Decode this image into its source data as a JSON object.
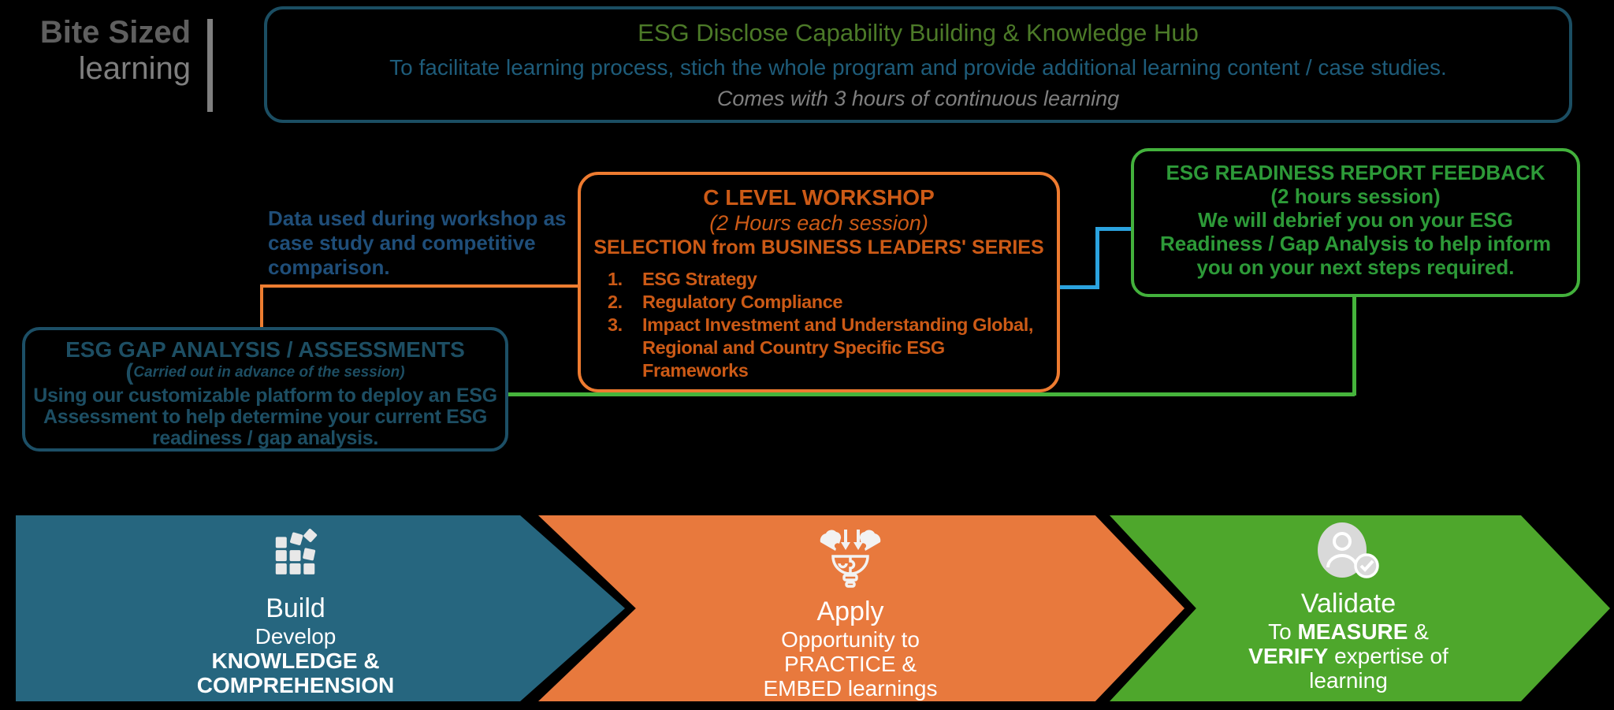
{
  "header": {
    "brand": {
      "line1": "Bite Sized",
      "line2": "learning"
    },
    "hub_box": {
      "title": "ESG Disclose Capability Building & Knowledge Hub",
      "subtitle": "To facilitate learning process, stich the whole program  and provide additional learning content / case studies.",
      "note": "Comes with 3 hours of continuous learning"
    }
  },
  "annotations": {
    "workshop_data_note": "Data used during workshop as case study and competitive comparison."
  },
  "boxes": {
    "gap_analysis": {
      "title": "ESG GAP ANALYSIS / ASSESSMENTS",
      "session_paren": "(",
      "session_note": "Carried out in advance of the session)",
      "body": "Using our customizable platform to deploy an ESG Assessment to help determine your current ESG readiness / gap analysis."
    },
    "workshop": {
      "title": "C LEVEL WORKSHOP",
      "session_note": "(2 Hours each session)",
      "selection_heading": "SELECTION from BUSINESS LEADERS' SERIES",
      "items": [
        "ESG Strategy",
        "Regulatory Compliance",
        "Impact Investment and Understanding Global, Regional and Country Specific ESG Frameworks"
      ]
    },
    "readiness": {
      "title": "ESG READINESS REPORT FEEDBACK",
      "session_note": "(2 hours session)",
      "body": "We will debrief you on your ESG Readiness / Gap Analysis to help inform you on your next steps required."
    }
  },
  "process_steps": [
    {
      "name": "build",
      "icon": "blocks-icon",
      "headline": "Build",
      "lines": [
        [
          {
            "text": "Develop",
            "bold": false
          }
        ],
        [
          {
            "text": "KNOWLEDGE &",
            "bold": true
          }
        ],
        [
          {
            "text": "COMPREHENSION",
            "bold": true
          }
        ]
      ]
    },
    {
      "name": "apply",
      "icon": "knowledge-transfer-icon",
      "headline": "Apply",
      "lines": [
        [
          {
            "text": "Opportunity to",
            "bold": false
          }
        ],
        [
          {
            "text": "PRACTICE &",
            "bold": false
          }
        ],
        [
          {
            "text": "EMBED learnings",
            "bold": false
          }
        ]
      ]
    },
    {
      "name": "validate",
      "icon": "person-check-icon",
      "headline": "Validate",
      "lines": [
        [
          {
            "text": "To ",
            "bold": false
          },
          {
            "text": "MEASURE",
            "bold": true
          },
          {
            "text": " &",
            "bold": false
          }
        ],
        [
          {
            "text": "VERIFY",
            "bold": true
          },
          {
            "text": " expertise of",
            "bold": false
          }
        ],
        [
          {
            "text": "learning",
            "bold": false
          }
        ]
      ]
    }
  ],
  "colors": {
    "background": "#000000",
    "hub_border": "#1b4e63",
    "hub_title_green": "#4c7a28",
    "hub_subtitle_teal": "#1e5c7a",
    "gray_text": "#7f7f7f",
    "note_navy": "#1f4e79",
    "gap_teal": "#1d4e63",
    "workshop_border_orange": "#ee7b30",
    "workshop_text_orange": "#cc5a16",
    "readiness_border_green": "#43b13c",
    "readiness_text_green": "#2d9a38",
    "connector_orange": "#ed7d31",
    "connector_blue": "#2ba3df",
    "connector_green": "#46b43c",
    "chevron_blue": "#26667f",
    "chevron_orange": "#e8793d",
    "chevron_green": "#4ea72c"
  }
}
